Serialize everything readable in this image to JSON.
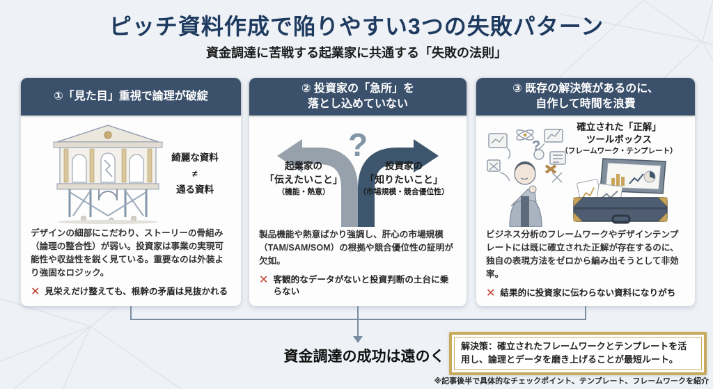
{
  "page": {
    "title": "ピッチ資料作成で陥りやすい3つの失敗パターン",
    "subtitle": "資金調達に苦戦する起業家に共通する「失敗の法則」"
  },
  "icons": {
    "x_mark": "✕",
    "question_mark": "?"
  },
  "cards": [
    {
      "title_lines": [
        "①「見た目」重視で論理が破綻"
      ],
      "caption_lines": [
        "綺麗な資料",
        "≠",
        "通る資料"
      ],
      "body": "デザインの細部にこだわり、ストーリーの骨組み（論理の整合性）が弱い。投資家は事業の実現可能性や収益性を鋭く見ている。重要なのは外装より強固なロジック。",
      "warning": "見栄えだけ整えても、根幹の矛盾は見抜かれる"
    },
    {
      "title_lines": [
        "② 投資家の「急所」を",
        "落とし込めていない"
      ],
      "left_label_lines": [
        "起業家の",
        "「伝えたいこと」",
        "（機能・熱意）"
      ],
      "right_label_lines": [
        "投資家の",
        "「知りたいこと」",
        "（市場規模・競合優位性）"
      ],
      "body": "製品機能や熱意ばかり強調し、肝心の市場規模（TAM/SAM/SOM）の根拠や競合優位性の証明が欠如。",
      "warning": "客観的なデータがないと投資判断の土台に乗らない"
    },
    {
      "title_lines": [
        "③ 既存の解決策があるのに、",
        "自作して時間を浪費"
      ],
      "caption_lines": [
        "確立された「正解」",
        "ツールボックス",
        "（フレームワーク・テンプレート）"
      ],
      "body": "ビジネス分析のフレームワークやデザインテンプレートには既に確立された正解が存在するのに、独自の表現方法をゼロから編み出そうとして非効率。",
      "warning": "結果的に投資家に伝わらない資料になりがち"
    }
  ],
  "footer": {
    "conclusion": "資金調達の成功は遠のく",
    "solution": "解決策：確立されたフレームワークとテンプレートを活用し、論理とデータを磨き上げることが最短ルート。",
    "note": "※記事後半で具体的なチェックポイント、テンプレート、フレームワークを紹介"
  },
  "colors": {
    "title_navy": "#1e3a5f",
    "card_header_bg": "#3b506b",
    "warning_red": "#c0392b",
    "gold_border": "#c9ab5f",
    "arrow_gray": "#97a1ab",
    "arrow_blue": "#3d566e",
    "connector": "#7a8ca0",
    "background": "#eef2f6"
  }
}
